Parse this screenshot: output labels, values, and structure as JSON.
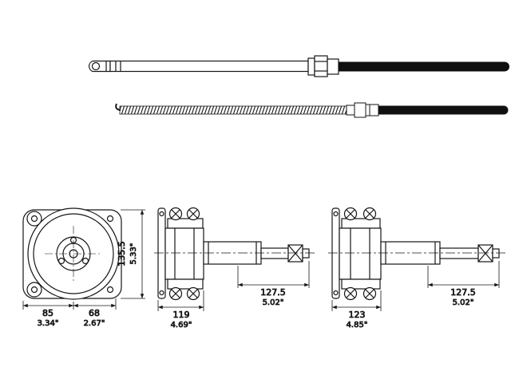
{
  "drawing": {
    "background": "#ffffff",
    "line_color": "#161616",
    "cable_fill": "#101010"
  },
  "views": {
    "helm_front": {
      "width_left": {
        "mm": "85",
        "inch": "3.34\""
      },
      "width_right": {
        "mm": "68",
        "inch": "2.67\""
      },
      "height": {
        "mm": "135.5",
        "inch": "5.33\""
      }
    },
    "gearbox_a": {
      "width": {
        "mm": "119",
        "inch": "4.69\""
      },
      "shaft": {
        "mm": "127.5",
        "inch": "5.02\""
      }
    },
    "gearbox_b": {
      "width": {
        "mm": "123",
        "inch": "4.85\""
      },
      "shaft": {
        "mm": "127.5",
        "inch": "5.02\""
      }
    }
  }
}
